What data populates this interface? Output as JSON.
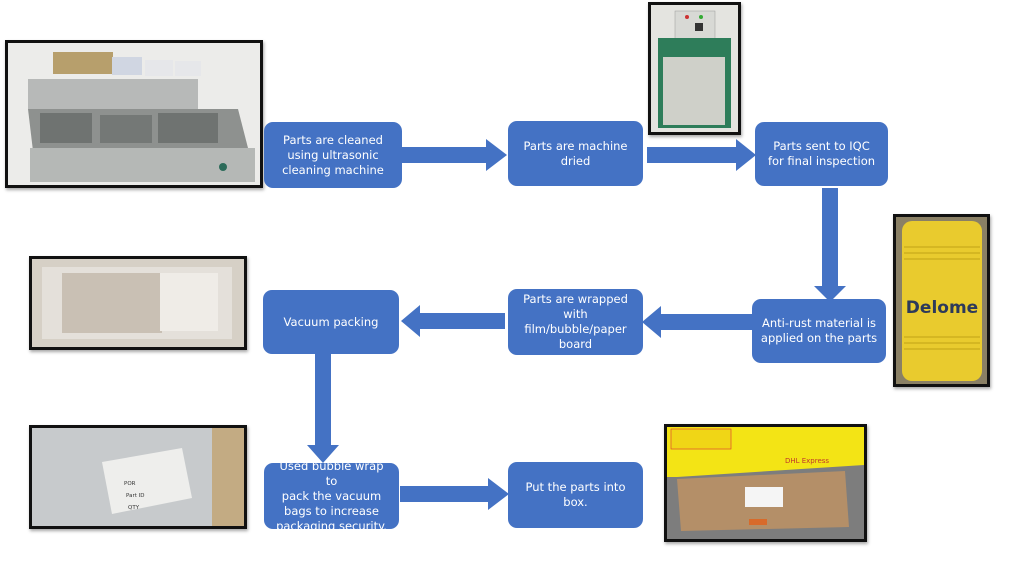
{
  "diagram": {
    "type": "process-flowchart",
    "theme": {
      "box_color": "#4472c4",
      "arrow_color": "#4472c4",
      "text_color": "#ffffff",
      "frame_color": "#111111"
    },
    "steps": [
      {
        "id": "clean",
        "label": "Parts are cleaned\nusing ultrasonic\ncleaning machine"
      },
      {
        "id": "dry",
        "label": "Parts are machine\ndried"
      },
      {
        "id": "iqc",
        "label": "Parts sent to IQC\nfor final inspection"
      },
      {
        "id": "antirust",
        "label": "Anti-rust material is\napplied on the parts"
      },
      {
        "id": "wrap",
        "label": "Parts are wrapped\nwith\nfilm/bubble/paper\nboard"
      },
      {
        "id": "vacuum",
        "label": "Vacuum packing"
      },
      {
        "id": "bubble",
        "label": "Used bubble wrap to\npack the vacuum\nbags to increase\npackaging security."
      },
      {
        "id": "box",
        "label": "Put the parts into\nbox."
      }
    ],
    "edges": [
      {
        "from": "clean",
        "to": "dry",
        "direction": "right"
      },
      {
        "from": "dry",
        "to": "iqc",
        "direction": "right"
      },
      {
        "from": "iqc",
        "to": "antirust",
        "direction": "down"
      },
      {
        "from": "antirust",
        "to": "wrap",
        "direction": "left"
      },
      {
        "from": "wrap",
        "to": "vacuum",
        "direction": "left"
      },
      {
        "from": "vacuum",
        "to": "bubble",
        "direction": "down"
      },
      {
        "from": "bubble",
        "to": "box",
        "direction": "right"
      }
    ],
    "photos": [
      {
        "id": "ultrasonic-cleaner-photo",
        "caption": ""
      },
      {
        "id": "drying-oven-photo",
        "caption": ""
      },
      {
        "id": "oil-drum-photo",
        "brand_text": "Delome"
      },
      {
        "id": "wrapped-parts-photo",
        "caption": ""
      },
      {
        "id": "labeled-bag-photo",
        "label_fields": [
          "POR",
          "Part ID",
          "QTY"
        ]
      },
      {
        "id": "shipping-box-photo",
        "carrier_text": "DHL Express"
      }
    ]
  }
}
